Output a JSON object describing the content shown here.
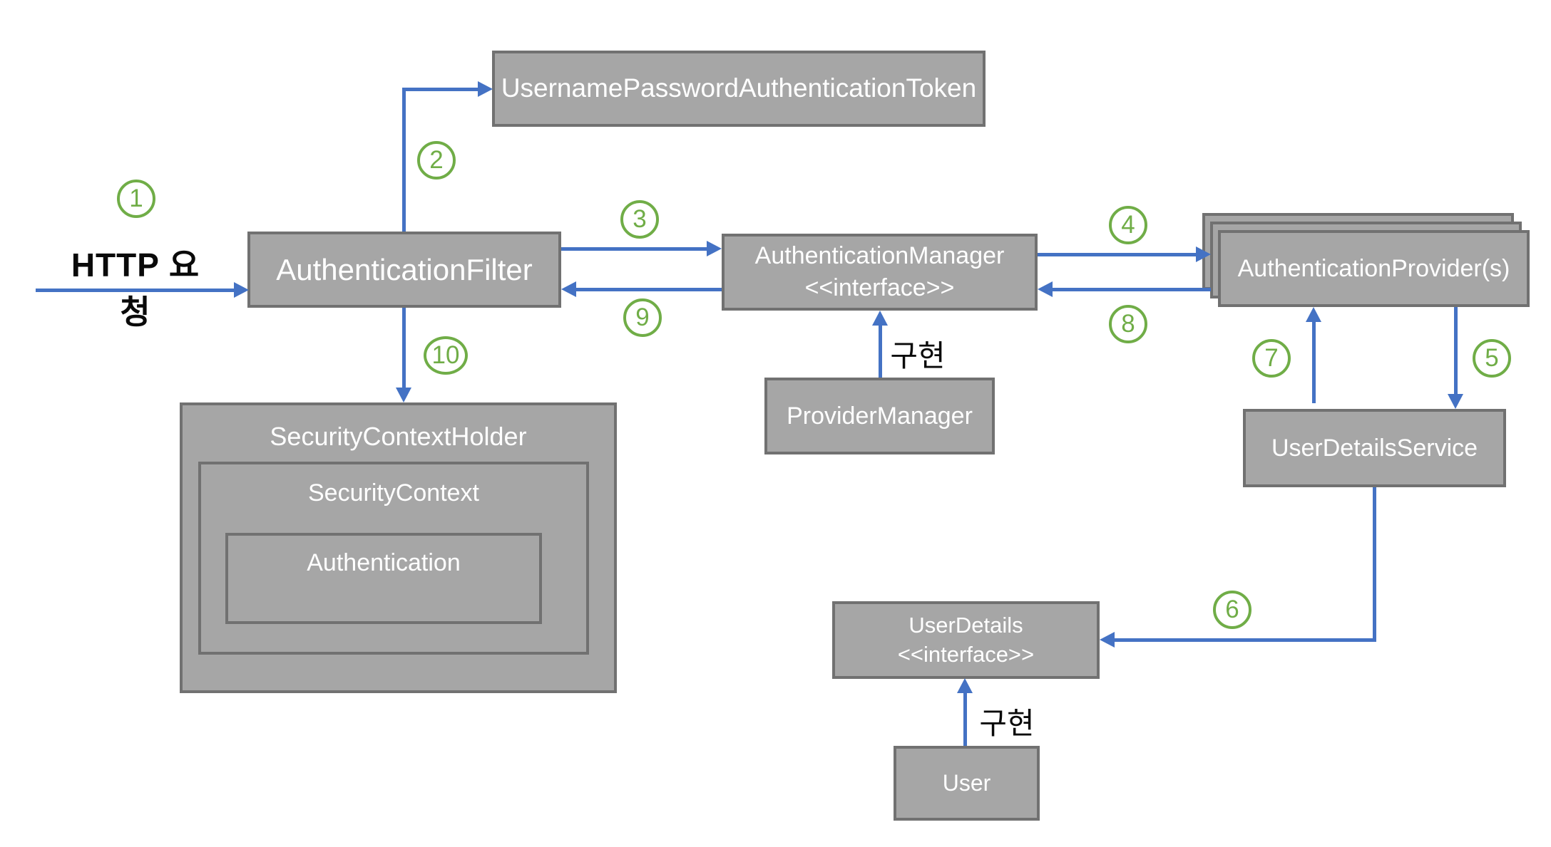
{
  "labels": {
    "http_request": "HTTP 요청",
    "implements": "구현"
  },
  "boxes": {
    "token": {
      "label": "UsernamePasswordAuthenticationToken"
    },
    "filter": {
      "label": "AuthenticationFilter"
    },
    "manager": {
      "line1": "AuthenticationManager",
      "line2": "<<interface>>"
    },
    "provider": {
      "label": "AuthenticationProvider(s)"
    },
    "provider_manager": {
      "label": "ProviderManager"
    },
    "user_details_service": {
      "label": "UserDetailsService"
    },
    "user_details": {
      "line1": "UserDetails",
      "line2": "<<interface>>"
    },
    "user": {
      "label": "User"
    },
    "security_context_holder": {
      "label": "SecurityContextHolder"
    },
    "security_context": {
      "label": "SecurityContext"
    },
    "authentication": {
      "label": "Authentication"
    }
  },
  "steps": [
    "1",
    "2",
    "3",
    "4",
    "5",
    "6",
    "7",
    "8",
    "9",
    "10"
  ],
  "colors": {
    "box_fill": "#A6A6A6",
    "box_border": "#717171",
    "arrow_blue": "#4472C4",
    "step_green": "#70AD47",
    "box_text": "#FFFFFF",
    "plain_text": "#000000",
    "background": "#FFFFFF"
  }
}
